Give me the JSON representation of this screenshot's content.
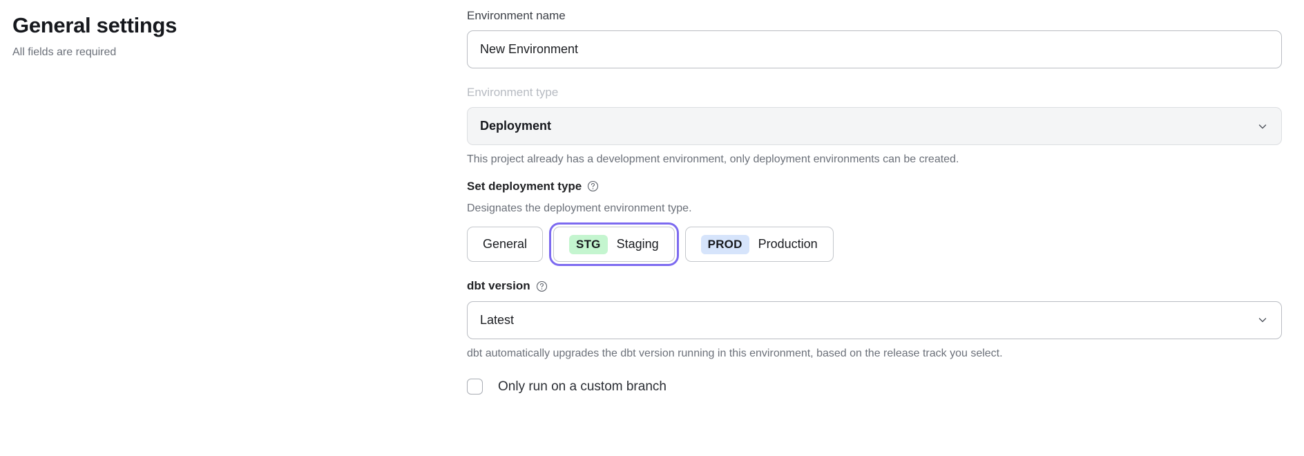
{
  "header": {
    "title": "General settings",
    "subtitle": "All fields are required"
  },
  "form": {
    "environment_name": {
      "label": "Environment name",
      "value": "New Environment",
      "placeholder": "Environment name"
    },
    "environment_type": {
      "label": "Environment type",
      "value": "Deployment",
      "disabled": true,
      "help_text": "This project already has a development environment, only deployment environments can be created.",
      "chevron_icon": "chevron-down-icon"
    },
    "deployment_type": {
      "label": "Set deployment type",
      "help_icon": "question-circle-icon",
      "description": "Designates the deployment environment type.",
      "selected": "Staging",
      "options": [
        {
          "label": "General",
          "badge": "",
          "badge_kind": "",
          "selected": false
        },
        {
          "label": "Staging",
          "badge": "STG",
          "badge_kind": "stg",
          "selected": true
        },
        {
          "label": "Production",
          "badge": "PROD",
          "badge_kind": "prod",
          "selected": false
        }
      ]
    },
    "dbt_version": {
      "label": "dbt version",
      "help_icon": "question-circle-icon",
      "value": "Latest",
      "chevron_icon": "chevron-down-icon",
      "help_text": "dbt automatically upgrades the dbt version running in this environment, based on the release track you select."
    },
    "custom_branch": {
      "label": "Only run on a custom branch",
      "checked": false
    }
  },
  "colors": {
    "focus_ring": "#7c6af0",
    "badge_stg_bg": "#c4f5cf",
    "badge_prod_bg": "#d6e4fb",
    "muted_text": "#6b7079",
    "disabled_text": "#b7bbc2"
  }
}
